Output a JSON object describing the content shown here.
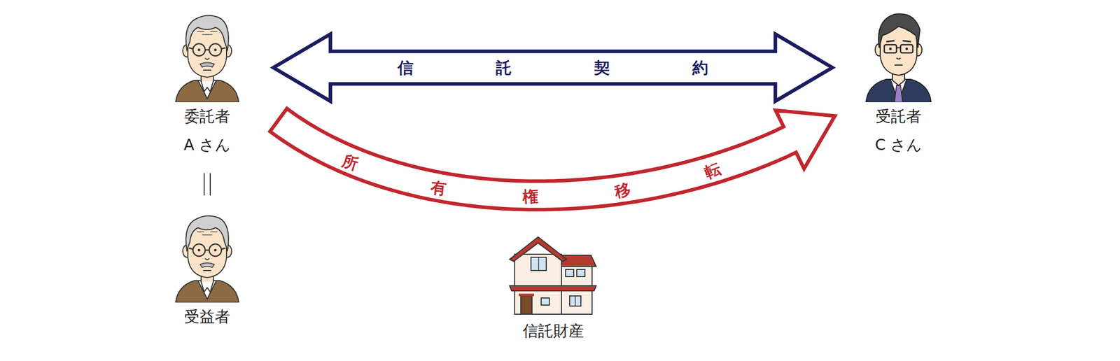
{
  "diagram": {
    "nodes": [
      {
        "text": [
          "委託者",
          "A さん"
        ]
      },
      {
        "text": [
          "受益者"
        ]
      },
      {
        "text": [
          "受託者",
          "C さん"
        ]
      },
      {
        "text": [
          "信託財産"
        ]
      }
    ],
    "edges": [
      {
        "from": 0,
        "to": 2,
        "label": "信託契約",
        "arrow": "both"
      },
      {
        "from": 0,
        "to": 2,
        "label": "所有権移転",
        "arrow": "to"
      },
      {
        "from": 0,
        "to": 1,
        "arrow": "none"
      }
    ]
  }
}
